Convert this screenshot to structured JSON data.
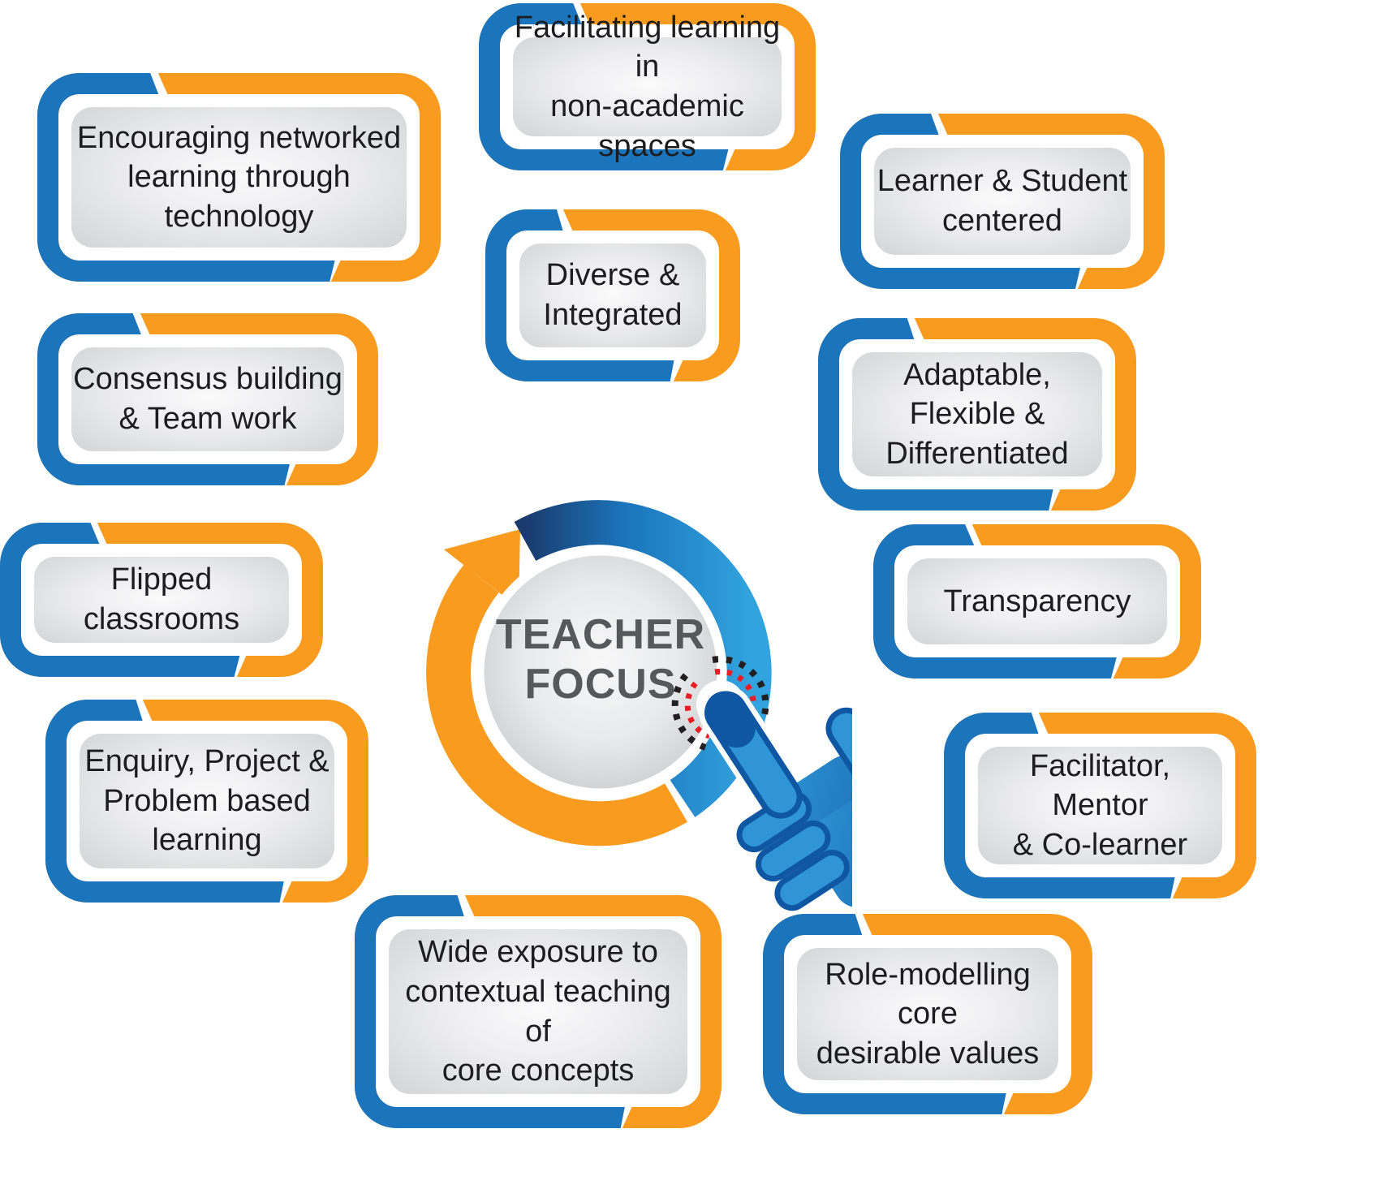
{
  "center": {
    "label": "TEACHER\nFOCUS"
  },
  "boxes": [
    {
      "id": "facilitating",
      "label": "Facilitating learning in\nnon-academic spaces"
    },
    {
      "id": "encouraging",
      "label": "Encouraging networked\nlearning through\ntechnology"
    },
    {
      "id": "learner",
      "label": "Learner & Student\ncentered"
    },
    {
      "id": "diverse",
      "label": "Diverse &\nIntegrated"
    },
    {
      "id": "consensus",
      "label": "Consensus building\n& Team work"
    },
    {
      "id": "adaptable",
      "label": "Adaptable, Flexible &\nDifferentiated"
    },
    {
      "id": "flipped",
      "label": "Flipped classrooms"
    },
    {
      "id": "transparency",
      "label": "Transparency"
    },
    {
      "id": "enquiry",
      "label": "Enquiry, Project &\nProblem based\nlearning"
    },
    {
      "id": "facilitator",
      "label": "Facilitator, Mentor\n& Co-learner"
    },
    {
      "id": "wide",
      "label": "Wide exposure to\ncontextual teaching of\ncore concepts"
    },
    {
      "id": "role",
      "label": "Role-modelling core\ndesirable values"
    }
  ],
  "colors": {
    "blue": "#1b75bc",
    "orange": "#f89b1e",
    "navy": "#1a3b6d",
    "sky": "#31a3de",
    "red_dots": "#ec1c24",
    "black_dots": "#231f20",
    "box_text": "#1d1d1f",
    "center_text": "#57585a"
  }
}
